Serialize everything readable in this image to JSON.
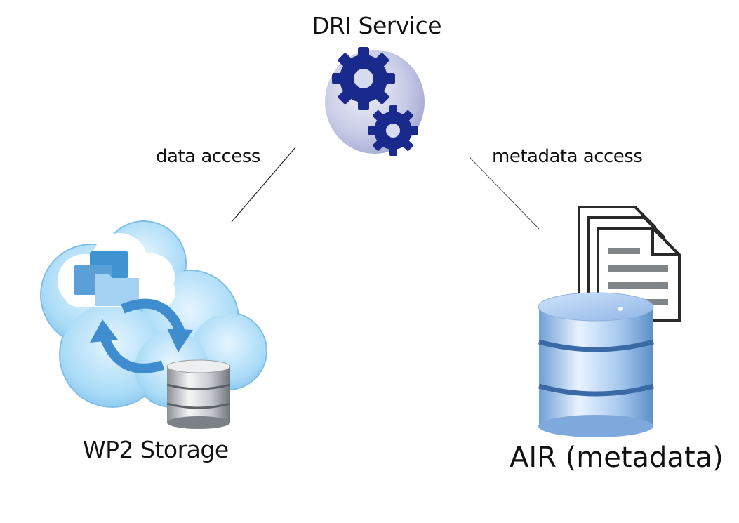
{
  "nodes": {
    "dri_service": {
      "label": "DRI Service",
      "icon": "gears-icon"
    },
    "wp2_storage": {
      "label": "WP2 Storage",
      "icon": "cloud-storage-icon"
    },
    "air_metadata": {
      "label": "AIR (metadata)",
      "icon": "database-documents-icon"
    }
  },
  "edges": [
    {
      "from": "dri_service",
      "to": "wp2_storage",
      "label": "data access"
    },
    {
      "from": "dri_service",
      "to": "air_metadata",
      "label": "metadata access"
    }
  ],
  "colors": {
    "gear": "#1a2a8c",
    "gear_bg": "#c9cbe6",
    "cloud": "#8fcbf0",
    "arrow": "#3f8ccf",
    "db_blue": "#9cc3ef",
    "line": "#333333"
  }
}
